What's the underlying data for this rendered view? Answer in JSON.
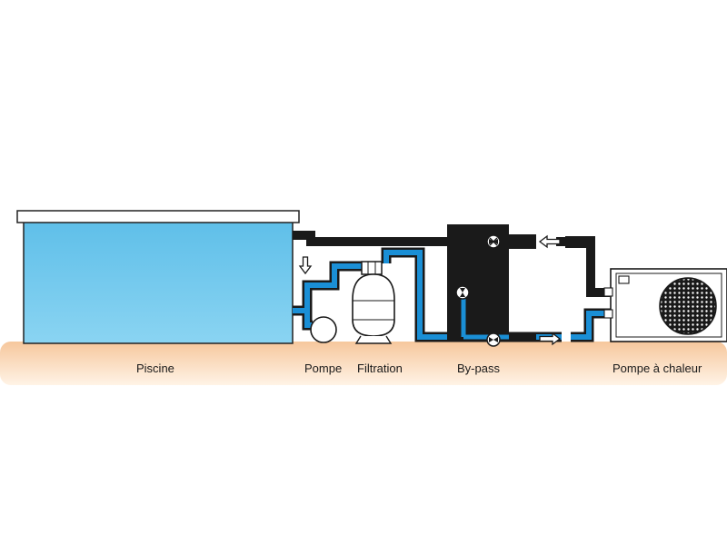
{
  "labels": {
    "piscine": "Piscine",
    "pompe": "Pompe",
    "filtration": "Filtration",
    "bypass": "By-pass",
    "pompe_a_chaleur": "Pompe à chaleur"
  },
  "colors": {
    "pipe_dark": "#1a1a1a",
    "pipe_water": "#1a8fd6",
    "pool_water": "#6ec8ee",
    "ground_top": "#f6c79c",
    "ground_bottom": "#fff3e6"
  },
  "icons": {
    "pump": "circle-pump-icon",
    "filter": "sand-filter-tank-icon",
    "valve": "butterfly-valve-icon",
    "arrow": "flow-arrow-icon",
    "heat_pump": "heat-pump-unit-icon",
    "fan": "fan-grille-icon"
  }
}
